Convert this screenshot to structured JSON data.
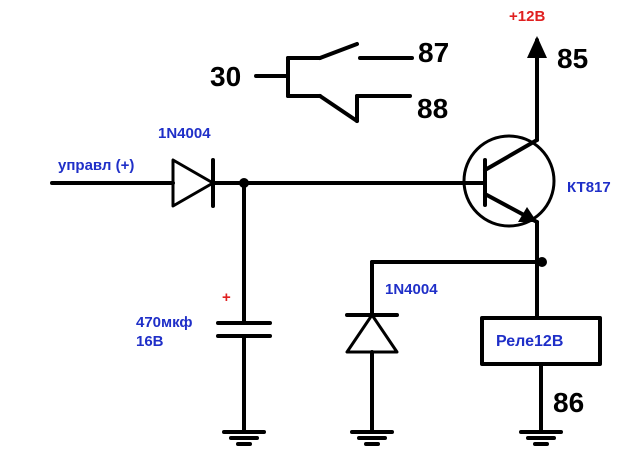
{
  "relay_contacts": {
    "common_pin": "30",
    "no_pin": "87",
    "nc_pin": "88"
  },
  "supply": {
    "label": "+12В",
    "pin": "85"
  },
  "input": {
    "label": "управл (+)"
  },
  "diode_input": {
    "label": "1N4004"
  },
  "diode_flyback": {
    "label": "1N4004"
  },
  "transistor": {
    "label": "КТ817"
  },
  "capacitor": {
    "plus": "+",
    "value": "470мкф",
    "voltage": "16В"
  },
  "relay_coil": {
    "label": "Реле12В",
    "pin": "86"
  },
  "colors": {
    "wire": "#000000",
    "label_blue": "#1f2fc8",
    "label_red": "#e02020"
  }
}
